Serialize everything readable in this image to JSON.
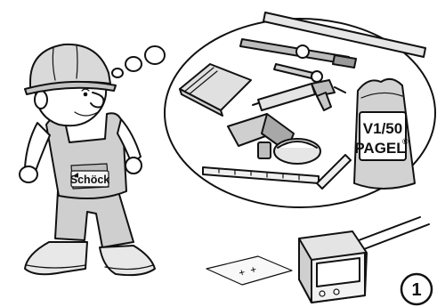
{
  "logo": {
    "brand": "Schöck"
  },
  "bag": {
    "line1": "V1/50",
    "line2": "PAGEL",
    "mark": "®"
  },
  "template_marks": "+ +",
  "step": {
    "number": "1"
  },
  "icons": [
    "worker-figure",
    "thought-bubble-icon",
    "tool-set-icon",
    "installation-box-icon"
  ]
}
